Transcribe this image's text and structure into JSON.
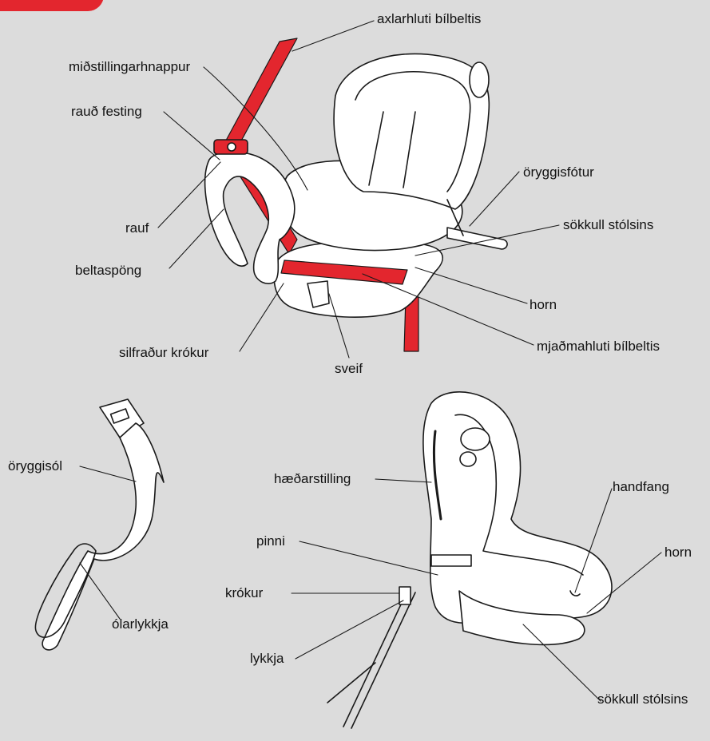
{
  "colors": {
    "background": "#dcdcdc",
    "belt": "#e3262e",
    "outline": "#1a1a1a",
    "seat_fill": "#ffffff"
  },
  "labels": {
    "shoulder_belt": "axlarhluti bílbeltis",
    "center_adjust_button": "miðstillingarhnappur",
    "red_clip": "rauð festing",
    "slot": "rauf",
    "belt_tensioner": "beltaspöng",
    "silver_hook": "silfraður krókur",
    "crank": "sveif",
    "safety_foot": "öryggisfótur",
    "seat_base_top": "sökkull stólsins",
    "horn_top": "horn",
    "lap_belt": "mjaðmahluti bílbeltis",
    "safety_strap": "öryggisól",
    "ratchet_loop": "ólarlykkja",
    "height_adjust": "hæðarstilling",
    "pin": "pinni",
    "hook": "krókur",
    "loop": "lykkja",
    "handle": "handfang",
    "horn_bottom": "horn",
    "seat_base_bottom": "sökkull stólsins"
  }
}
